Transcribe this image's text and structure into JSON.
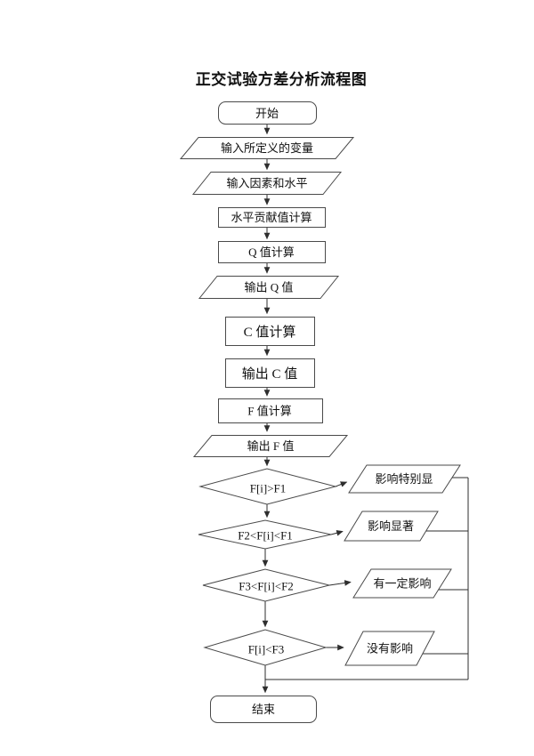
{
  "title": "正交试验方差分析流程图",
  "colors": {
    "background": "#ffffff",
    "shape_stroke": "#4a4a4a",
    "line": "#2e2e2e",
    "text": "#111111"
  },
  "nodes": {
    "start": {
      "type": "terminator",
      "label": "开始"
    },
    "input_variables": {
      "type": "input-output",
      "label": "输入所定义的变量"
    },
    "input_factors": {
      "type": "input-output",
      "label": "输入因素和水平"
    },
    "level_contribution_calc": {
      "type": "process",
      "label": "水平贡献值计算"
    },
    "q_value_calc": {
      "type": "process",
      "label": "Q 值计算"
    },
    "q_value_output": {
      "type": "input-output",
      "label": "输出 Q 值"
    },
    "c_value_calc": {
      "type": "process",
      "label": "C 值计算"
    },
    "c_value_output": {
      "type": "process",
      "label": "输出 C 值"
    },
    "f_value_calc": {
      "type": "process",
      "label": "F 值计算"
    },
    "f_value_output": {
      "type": "input-output",
      "label": "输出 F 值"
    },
    "decision_1": {
      "type": "decision",
      "label": "F[i]>F1"
    },
    "decision_2": {
      "type": "decision",
      "label": "F2<F[i]<F1"
    },
    "decision_3": {
      "type": "decision",
      "label": "F3<F[i]<F2"
    },
    "decision_4": {
      "type": "decision",
      "label": "F[i]<F3"
    },
    "result_very_significant": {
      "type": "input-output",
      "label": "影响特别显"
    },
    "result_significant": {
      "type": "input-output",
      "label": "影响显著"
    },
    "result_some_effect": {
      "type": "input-output",
      "label": "有一定影响"
    },
    "result_no_effect": {
      "type": "input-output",
      "label": "没有影响"
    },
    "end": {
      "type": "terminator",
      "label": "结束"
    }
  }
}
